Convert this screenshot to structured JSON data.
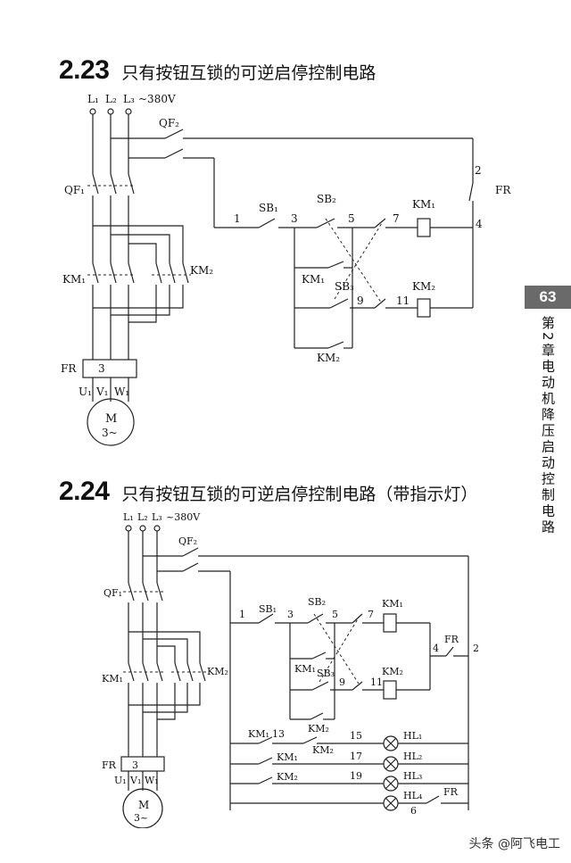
{
  "section1": {
    "number": "2.23",
    "title": "只有按钮互锁的可逆启停控制电路"
  },
  "section2": {
    "number": "2.24",
    "title": "只有按钮互锁的可逆启停控制电路（带指示灯）"
  },
  "side": {
    "page": "63",
    "chapter_a": "第2章",
    "chapter_b": "电动机降压启动控制电路"
  },
  "watermark": "头条 @阿飞电工",
  "d1": {
    "L1": "L₁",
    "L2": "L₂",
    "L3": "L₃",
    "volt": "~380V",
    "QF2": "QF₂",
    "QF1": "QF₁",
    "KM1": "KM₁",
    "KM2": "KM₂",
    "FR": "FR",
    "FR3": "3",
    "U": "U₁",
    "V": "V₁",
    "W": "W₁",
    "M": "M",
    "M3": "3~",
    "SB1": "SB₁",
    "SB2": "SB₂",
    "SB3": "SB₃",
    "n1": "1",
    "n2": "2",
    "n3": "3",
    "n4": "4",
    "n5": "5",
    "n7": "7",
    "n9": "9",
    "n11": "11",
    "coil1": "KM₁",
    "coil2": "KM₂",
    "KM1c": "KM₁",
    "KM2c": "KM₂",
    "FRc": "FR"
  },
  "d2": {
    "L1": "L₁",
    "L2": "L₂",
    "L3": "L₃",
    "volt": "~380V",
    "QF2": "QF₂",
    "QF1": "QF₁",
    "KM1": "KM₁",
    "KM2": "KM₂",
    "FR": "FR",
    "FR3": "3",
    "U": "U₁",
    "V": "V₁",
    "W": "W₁",
    "M": "M",
    "M3": "3~",
    "SB1": "SB₁",
    "SB2": "SB₂",
    "SB3": "SB₃",
    "n1": "1",
    "n2": "2",
    "n3": "3",
    "n4": "4",
    "n5": "5",
    "n7": "7",
    "n9": "9",
    "n11": "11",
    "n13": "13",
    "n15": "15",
    "n17": "17",
    "n19": "19",
    "n6": "6",
    "coil1": "KM₁",
    "coil2": "KM₂",
    "KM1c": "KM₁",
    "KM2c": "KM₂",
    "FRc": "FR",
    "HL1": "HL₁",
    "HL2": "HL₂",
    "HL3": "HL₃",
    "HL4": "HL₄",
    "lamp_km1": "KM₁",
    "lamp_km2": "KM₂",
    "lamp_km1b": "KM₁",
    "lamp_km2b": "KM₂",
    "lamp_fr": "FR"
  }
}
